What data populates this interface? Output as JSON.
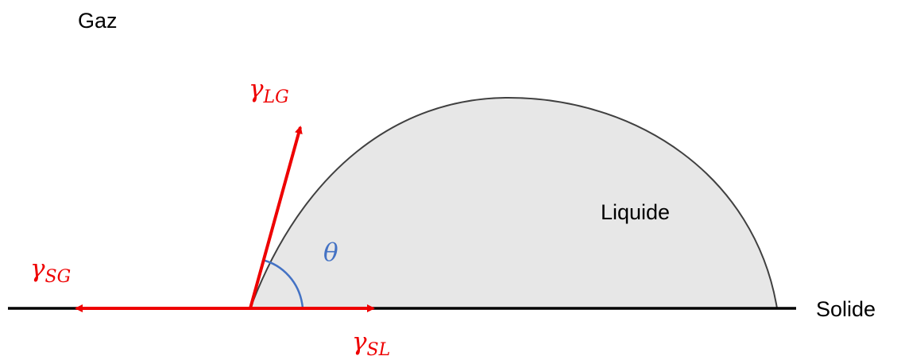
{
  "labels": {
    "gas": "Gaz",
    "liquid": "Liquide",
    "solid": "Solide"
  },
  "symbols": {
    "gamma": "γ",
    "theta": "θ",
    "sub_lg": "LG",
    "sub_sg": "SG",
    "sub_sl": "SL"
  },
  "colors": {
    "vector": "#ee0000",
    "angle": "#4472c4",
    "droplet_fill": "#e7e7e7",
    "droplet_stroke": "#404040",
    "surface": "#000000"
  }
}
